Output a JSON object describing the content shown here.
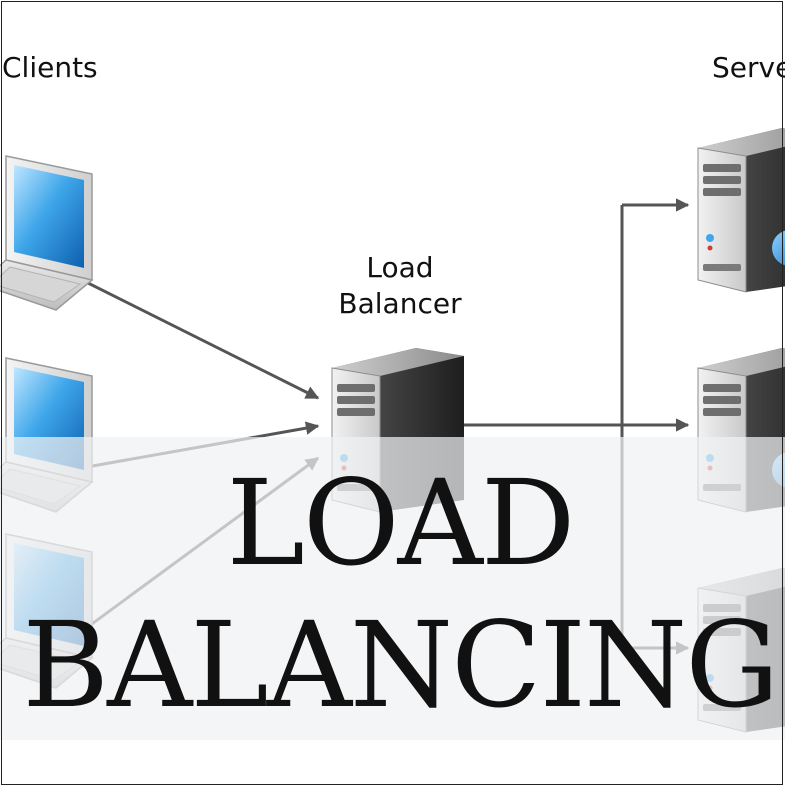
{
  "diagram": {
    "clients_label": "Clients",
    "servers_label": "Serve",
    "load_balancer_label_line1": "Load",
    "load_balancer_label_line2": "Balancer"
  },
  "overlay": {
    "title_line1": "LOAD",
    "title_line2": "BALANCING"
  },
  "colors": {
    "arrow": "#555555",
    "screen": "#2a8fd6",
    "server_body": "#3a3a3a",
    "overlay_band": "#f0f1f3"
  }
}
